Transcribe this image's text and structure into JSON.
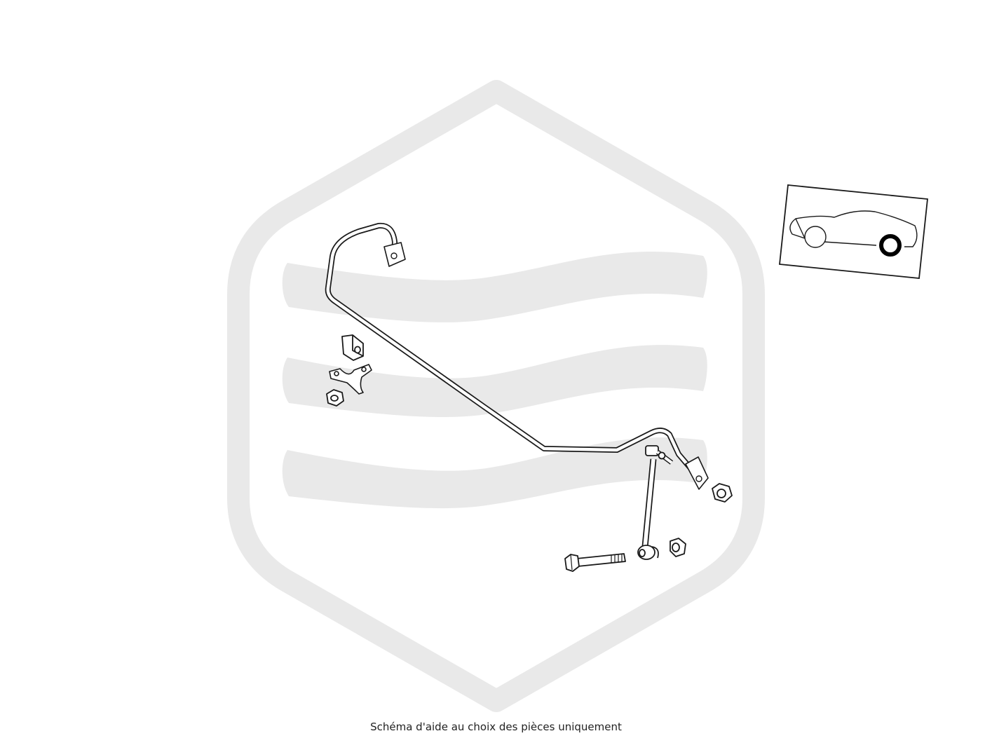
{
  "diagram": {
    "caption": "Schéma d'aide au choix des pièces uniquement",
    "parts": [
      {
        "id": "stabilizer-bar",
        "icon": "stabilizer-bar-icon"
      },
      {
        "id": "bar-bushing",
        "icon": "bushing-icon"
      },
      {
        "id": "bushing-clamp-bracket",
        "icon": "clamp-bracket-icon"
      },
      {
        "id": "bracket-nut",
        "icon": "nut-icon"
      },
      {
        "id": "stabilizer-link",
        "icon": "link-rod-icon"
      },
      {
        "id": "link-bolt",
        "icon": "bolt-icon"
      },
      {
        "id": "link-nut-lower",
        "icon": "nut-icon"
      },
      {
        "id": "link-nut-upper",
        "icon": "nut-icon"
      }
    ],
    "locator": {
      "icon": "car-silhouette-icon",
      "highlight": "rear-wheel"
    }
  },
  "colors": {
    "line": "#1a1a1a",
    "watermark": "#e9e9e9",
    "caption": "#222222"
  }
}
